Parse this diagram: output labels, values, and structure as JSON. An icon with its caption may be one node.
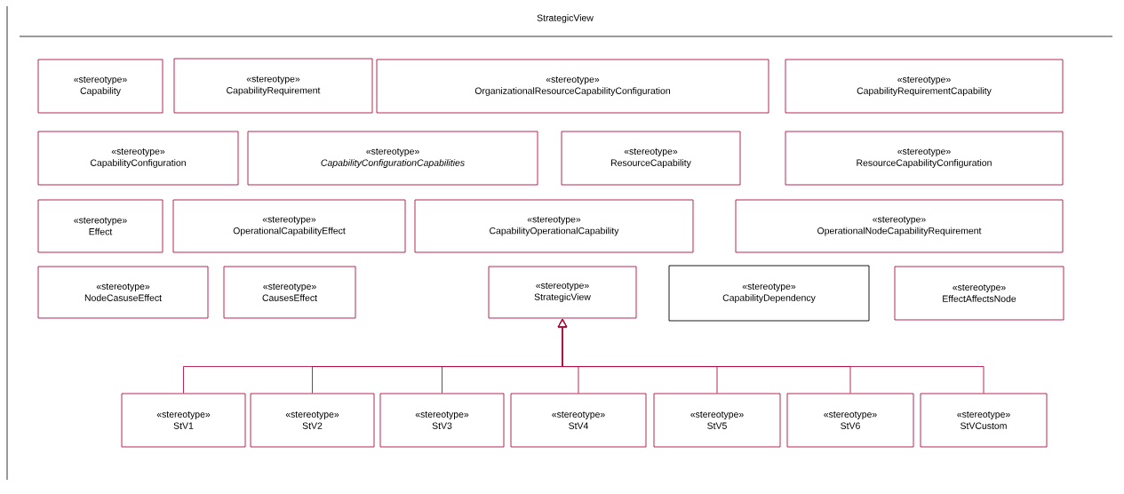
{
  "diagram": {
    "title": "StrategicView",
    "nodes": [
      {
        "text": [
          "«stereotype»",
          "Capability"
        ]
      },
      {
        "text": [
          "«stereotype»",
          "CapabilityRequirement"
        ]
      },
      {
        "text": [
          "«stereotype»",
          "OrganizationalResourceCapabilityConfiguration"
        ]
      },
      {
        "text": [
          "«stereotype»",
          "CapabilityRequirementCapability"
        ]
      },
      {
        "text": [
          "«stereotype»",
          "CapabilityConfiguration"
        ]
      },
      {
        "text": [
          "«stereotype»",
          "CapabilityConfigurationCapabilities"
        ]
      },
      {
        "text": [
          "«stereotype»",
          "ResourceCapability"
        ]
      },
      {
        "text": [
          "«stereotype»",
          "ResourceCapabilityConfiguration"
        ]
      },
      {
        "text": [
          "«stereotype»",
          "Effect"
        ]
      },
      {
        "text": [
          "«stereotype»",
          "OperationalCapabilityEffect"
        ]
      },
      {
        "text": [
          "«stereotype»",
          "CapabilityOperationalCapability"
        ]
      },
      {
        "text": [
          "«stereotype»",
          "OperationalNodeCapabilityRequirement"
        ]
      },
      {
        "text": [
          "«stereotype»",
          "NodeCasuseEffect"
        ]
      },
      {
        "text": [
          "«stereotype»",
          "CausesEffect"
        ]
      },
      {
        "text": [
          "«stereotype»",
          "StrategicView"
        ]
      },
      {
        "text": [
          "«stereotype»",
          "CapabilityDependency"
        ]
      },
      {
        "text": [
          "«stereotype»",
          "EffectAffectsNode"
        ]
      },
      {
        "text": [
          "«stereotype»",
          "StV1"
        ]
      },
      {
        "text": [
          "«stereotype»",
          "StV2"
        ]
      },
      {
        "text": [
          "«stereotype»",
          "StV3"
        ]
      },
      {
        "text": [
          "«stereotype»",
          "StV4"
        ]
      },
      {
        "text": [
          "«stereotype»",
          "StV5"
        ]
      },
      {
        "text": [
          "«stereotype»",
          "StV6"
        ]
      },
      {
        "text": [
          "«stereotype»",
          "StVCustom"
        ]
      }
    ],
    "edges": [
      {
        "from": 17,
        "to": 14,
        "arrow": "to"
      },
      {
        "from": 18,
        "to": 14,
        "arrow": "to"
      },
      {
        "from": 19,
        "to": 14,
        "arrow": "to"
      },
      {
        "from": 20,
        "to": 14,
        "arrow": "to"
      },
      {
        "from": 21,
        "to": 14,
        "arrow": "to"
      },
      {
        "from": 22,
        "to": 14,
        "arrow": "to"
      },
      {
        "from": 23,
        "to": 14,
        "arrow": "to"
      }
    ]
  }
}
